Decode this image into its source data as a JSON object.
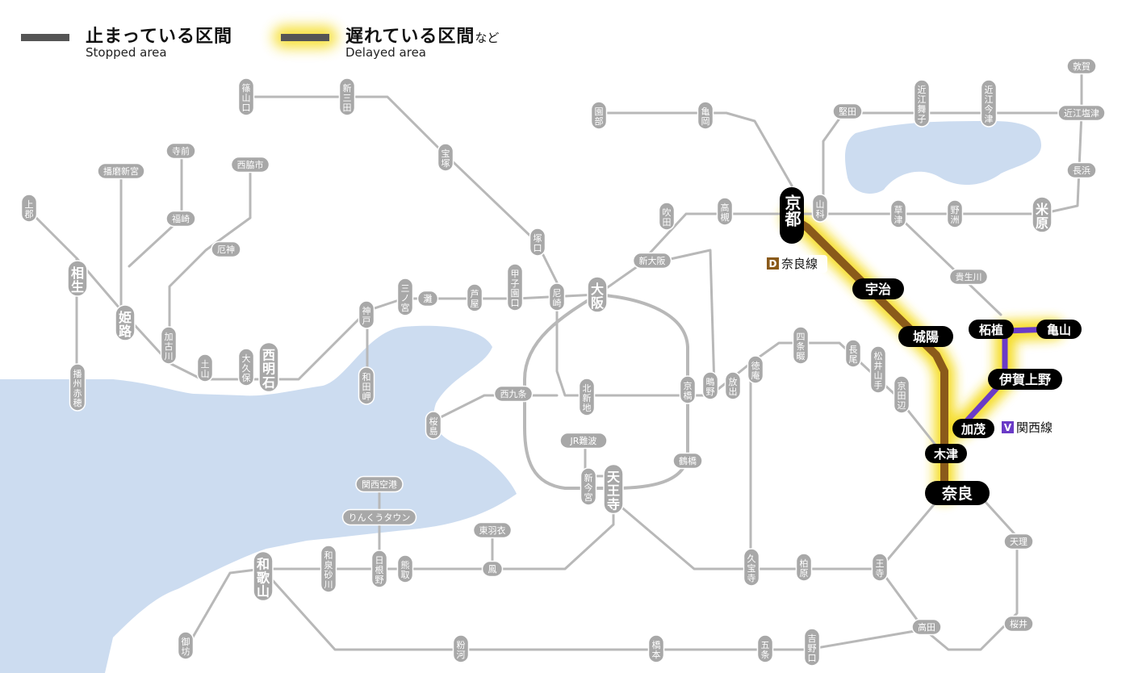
{
  "legend": {
    "stopped_ja": "止まっている区間",
    "stopped_en": "Stopped area",
    "delayed_ja": "遅れている区間",
    "delayed_suffix": "など",
    "delayed_en": "Delayed area"
  },
  "lines": {
    "nara": {
      "badge": "D",
      "name": "奈良線",
      "color": "#8a5a1a"
    },
    "kansai": {
      "badge": "V",
      "name": "関西線",
      "color": "#6a3bc7"
    }
  },
  "colors": {
    "water": "#ccdcf0",
    "track": "#b8b8b8",
    "glow": "#f5dc20",
    "station": "#a8a8a8",
    "key_station": "#000000"
  },
  "stations": {
    "kyoto": "京都",
    "uji": "宇治",
    "joyo": "城陽",
    "kizu": "木津",
    "nara": "奈良",
    "kamo": "加茂",
    "iga_ueno": "伊賀上野",
    "tsuge": "柘植",
    "kameyama": "亀山",
    "yamashina": "山科",
    "sasayamaguchi": "篠山口",
    "shinsanda": "新三田",
    "takarazuka": "宝塚",
    "tsukaguchi": "塚口",
    "amagasaki": "尼崎",
    "osaka": "大阪",
    "shin_osaka": "新大阪",
    "suita": "吹田",
    "takatsuki": "高槻",
    "sonobe": "園部",
    "kameoka": "亀岡",
    "katata": "堅田",
    "omi_maiko": "近江舞子",
    "omi_imazu": "近江今津",
    "tsuruga": "敦賀",
    "omi_shiotsu": "近江塩津",
    "nagahama": "長浜",
    "maibara": "米原",
    "kusatsu": "草津",
    "yasu": "野洲",
    "kibukawa": "貴生川",
    "tenri": "天理",
    "sakurai": "桜井",
    "takada": "高田",
    "oji": "王寺",
    "kashiwara": "柏原",
    "kyuhoji": "久宝寺",
    "shijonawate": "四条畷",
    "tokuan": "徳庵",
    "hanaten": "放出",
    "shigino": "鴫野",
    "kyobashi": "京橋",
    "tsuruhashi": "鶴橋",
    "tennoji": "天王寺",
    "shin_imamiya": "新今宮",
    "jr_namba": "JR難波",
    "nishikujo": "西九条",
    "sakurajima": "桜島",
    "kitashinchi": "北新地",
    "nagao": "長尾",
    "matsuiyamate": "松井山手",
    "kyotanabe": "京田辺",
    "ashiya": "芦屋",
    "koshienguchi": "甲子園口",
    "nada": "灘",
    "sannomiya": "三ノ宮",
    "kobe": "神戸",
    "wadamisaki": "和田岬",
    "nishi_akashi": "西明石",
    "okubo": "大久保",
    "tsuchiyama": "土山",
    "kakogawa": "加古川",
    "yakujin": "厄神",
    "nishiwakishi": "西脇市",
    "fukusaki": "福崎",
    "teramae": "寺前",
    "harima_shingu": "播磨新宮",
    "himeji": "姫路",
    "aioi": "相生",
    "kamigori": "上郡",
    "banshu_ako": "播州赤穂",
    "kansai_airport": "関西空港",
    "rinku_town": "りんくうタウン",
    "higashi_hagoromo": "東羽衣",
    "otori": "鳳",
    "kumatori": "熊取",
    "hineno": "日根野",
    "izumisunagawa": "和泉砂川",
    "wakayama": "和歌山",
    "gobo": "御坊",
    "kokawa": "粉河",
    "hashimoto": "橋本",
    "gojo": "五条",
    "yoshinoguchi": "吉野口"
  }
}
